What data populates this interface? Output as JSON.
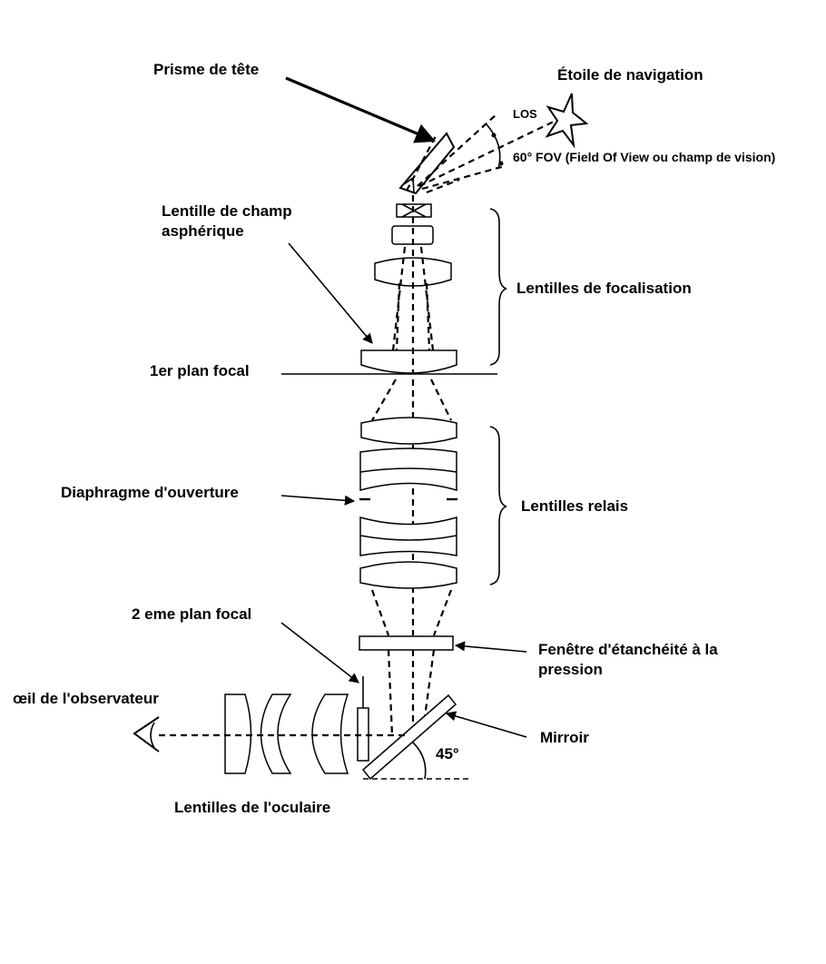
{
  "labels": {
    "head_prism": "Prisme de tête",
    "nav_star": "Étoile de navigation",
    "los": "LOS",
    "fov": "60° FOV (Field Of View ou champ de vision)",
    "aspheric_field_lens_line1": "Lentille de champ",
    "aspheric_field_lens_line2": "asphérique",
    "focusing_lenses": "Lentilles de focalisation",
    "first_focal_plane": "1er plan focal",
    "aperture_stop": "Diaphragme d'ouverture",
    "relay_lenses": "Lentilles relais",
    "second_focal_plane": "2 eme plan focal",
    "pressure_window_line1": "Fenêtre d'étanchéité à la",
    "pressure_window_line2": "pression",
    "observer_eye": "œil de l'observateur",
    "mirror": "Mirroir",
    "mirror_angle": "45°",
    "eyepiece_lenses": "Lentilles de l'oculaire"
  }
}
